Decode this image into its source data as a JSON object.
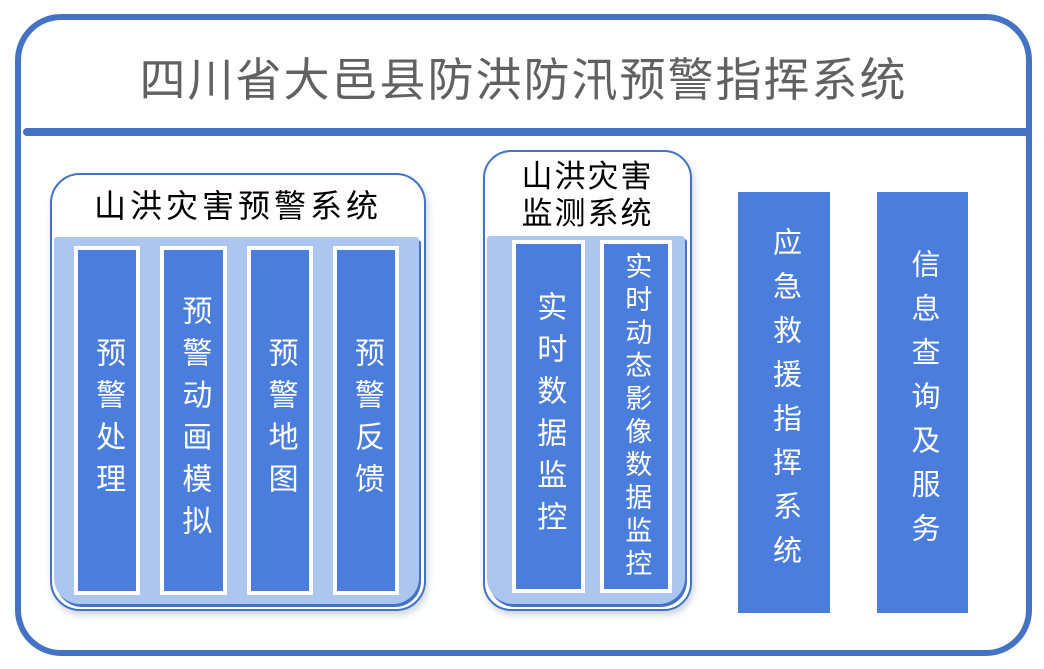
{
  "title": "四川省大邑县防洪防汛预警指挥系统",
  "colors": {
    "accent": "#4472C4",
    "bar": "#4B7EDC",
    "container": "#ADC6F0",
    "title_text": "#616161"
  },
  "groups": [
    {
      "heading": "山洪灾害预警系统",
      "bars": [
        {
          "label": "预警处理"
        },
        {
          "label": "预警动画模拟"
        },
        {
          "label": "预警地图"
        },
        {
          "label": "预警反馈"
        }
      ]
    },
    {
      "heading_lines": [
        "山洪灾害",
        "监测系统"
      ],
      "bars": [
        {
          "label": "实时数据监控"
        },
        {
          "label": "实时动态影像数据监控"
        }
      ]
    }
  ],
  "standalone_bars": [
    {
      "label": "应急救援指挥系统"
    },
    {
      "label": "信息查询及服务"
    }
  ]
}
